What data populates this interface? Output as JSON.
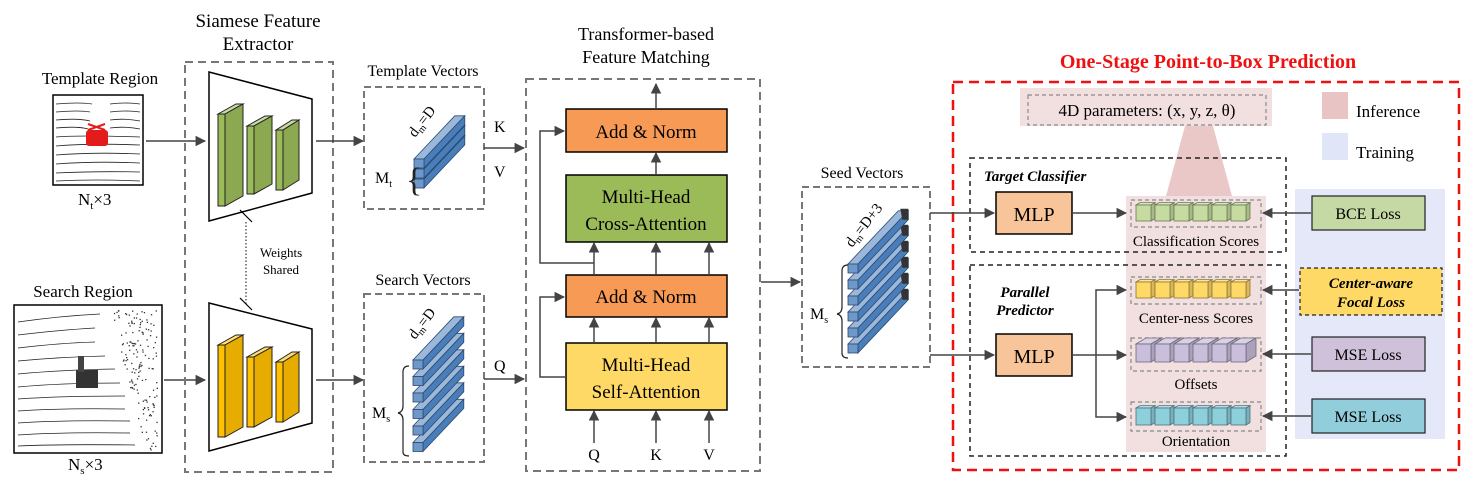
{
  "input": {
    "template_label": "Template Region",
    "template_size": {
      "base": "N",
      "sub": "t",
      "rest": "×3"
    },
    "search_label": "Search Region",
    "search_size": {
      "base": "N",
      "sub": "s",
      "rest": "×3"
    }
  },
  "extractor": {
    "title_line1": "Siamese Feature",
    "title_line2": "Extractor",
    "shared_line1": "Weights",
    "shared_line2": "Shared"
  },
  "template_vectors": {
    "title": "Template Vectors",
    "dim": {
      "base": "d",
      "sub": "m",
      "rest": "=D"
    },
    "count": {
      "base": "M",
      "sub": "t"
    },
    "k_label": "K",
    "v_label": "V"
  },
  "search_vectors": {
    "title": "Search Vectors",
    "dim": {
      "base": "d",
      "sub": "m",
      "rest": "=D"
    },
    "count": {
      "base": "M",
      "sub": "s"
    },
    "q_label": "Q"
  },
  "transformer": {
    "title_line1": "Transformer-based",
    "title_line2": "Feature Matching",
    "add_norm_top": "Add & Norm",
    "cross_attn_line1": "Multi-Head",
    "cross_attn_line2": "Cross-Attention",
    "add_norm_bottom": "Add & Norm",
    "self_attn_line1": "Multi-Head",
    "self_attn_line2": "Self-Attention",
    "inputs": [
      "Q",
      "K",
      "V"
    ]
  },
  "seed_vectors": {
    "title": "Seed Vectors",
    "dim": {
      "base": "d",
      "sub": "m",
      "rest": "=D+3"
    },
    "count": {
      "base": "M",
      "sub": "s"
    }
  },
  "prediction": {
    "title": "One-Stage Point-to-Box Prediction",
    "params_label": "4D parameters: (x, y, z, θ)",
    "legend": [
      {
        "label": "Inference",
        "color": "#e8c4c4"
      },
      {
        "label": "Training",
        "color": "#e0e6f8"
      }
    ],
    "classifier_title": "Target Classifier",
    "predictor_title_line1": "Parallel",
    "predictor_title_line2": "Predictor",
    "mlp_label": "MLP",
    "outputs": [
      {
        "label": "Classification Scores",
        "color": "#c5dba0",
        "loss": "BCE Loss",
        "loss_color": "#c5d9a4"
      },
      {
        "label": "Center-ness Scores",
        "color": "#ffd966",
        "loss_line1": "Center-aware",
        "loss_line2": "Focal Loss",
        "loss_color": "#ffd966"
      },
      {
        "label": "Offsets",
        "color": "#c9bedb",
        "loss": "MSE Loss",
        "loss_color": "#cfc1d9"
      },
      {
        "label": "Orientation",
        "color": "#8ecfdc",
        "loss": "MSE Loss",
        "loss_color": "#92cddc"
      }
    ]
  },
  "colors": {
    "green_block": "#9bbb59",
    "yellow_block": "#ffc000",
    "vector_blue": "#4a7ebb",
    "add_norm": "#f79a55",
    "cross_attn": "#9bbb59",
    "self_attn": "#ffd966",
    "mlp": "#f8c49a",
    "accent_red": "#ee1111",
    "inference_bg": "#f2e0e0",
    "training_bg": "#e4e8f8"
  }
}
